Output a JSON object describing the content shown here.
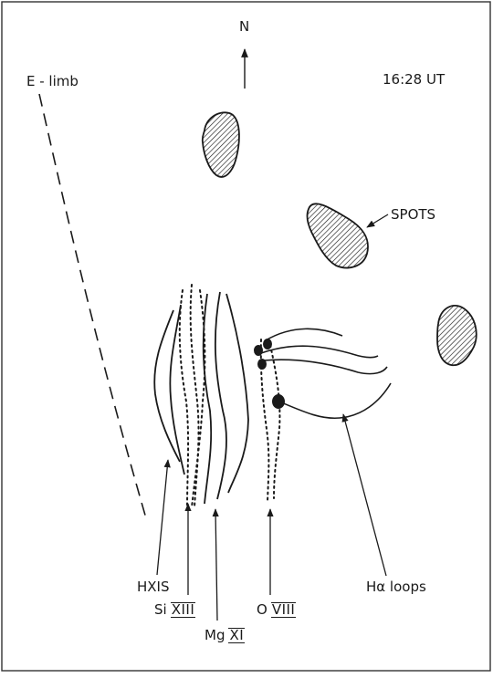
{
  "labels": {
    "north": "N",
    "time": "16:28 UT",
    "limb": "E - limb",
    "spots": "SPOTS",
    "hxis": "HXIS",
    "si_prefix": "Si",
    "si_ion": "XIII",
    "mg_prefix": "Mg",
    "mg_ion": "XI",
    "o_prefix": "O",
    "o_ion": "VIII",
    "halpha": "Hα loops"
  },
  "colors": {
    "ink": "#1a1a1a",
    "frame": "#333333",
    "background": "#ffffff"
  }
}
